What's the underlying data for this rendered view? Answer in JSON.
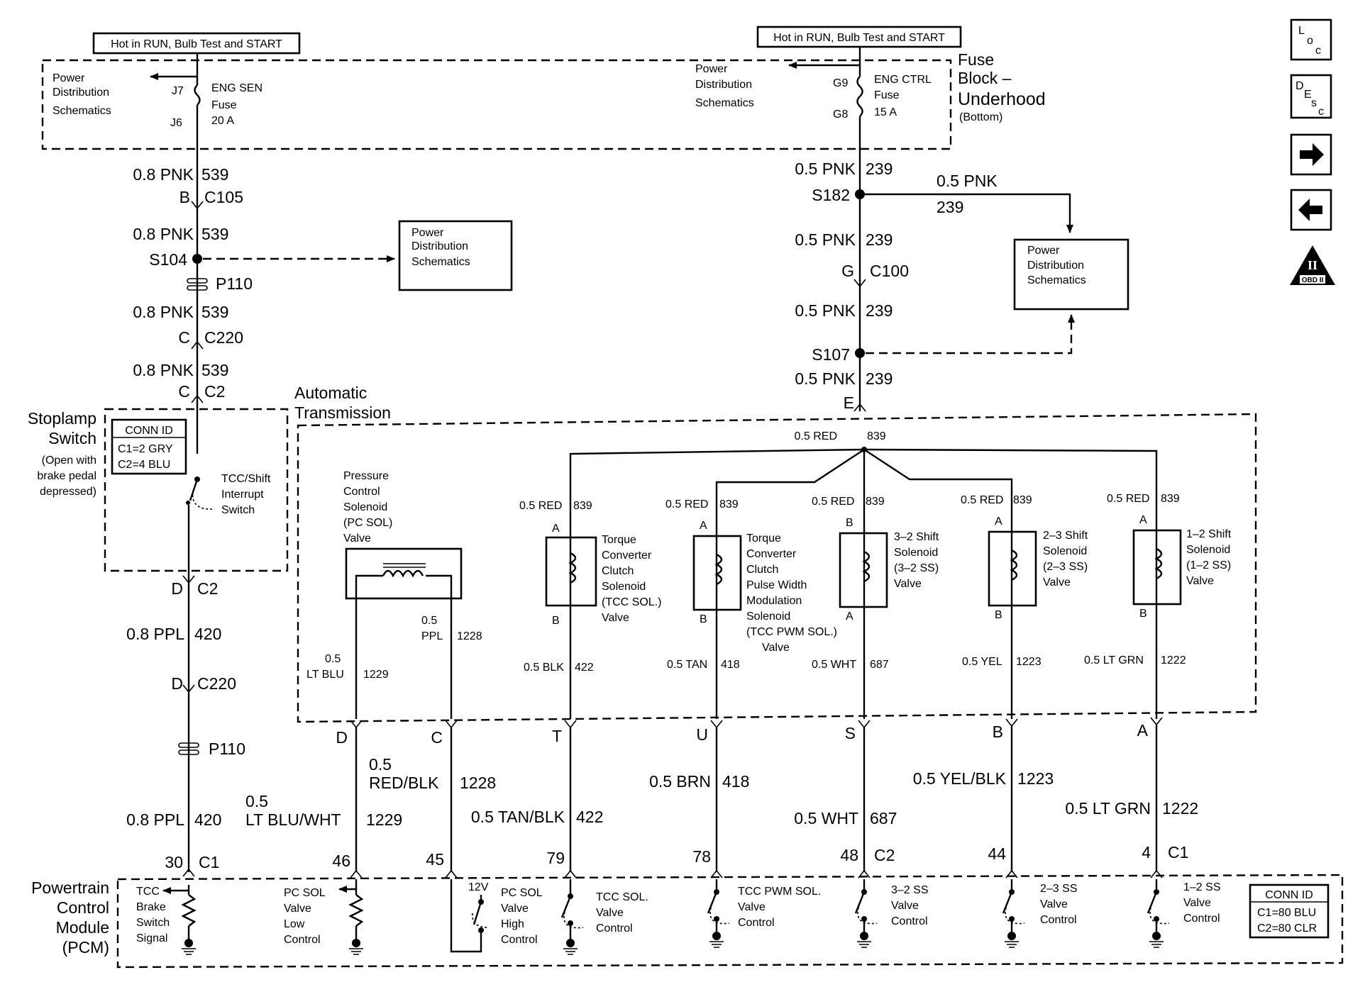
{
  "nav_buttons": {
    "loc_icon": "loc-icon",
    "desc_icon": "desc-icon",
    "next_icon": "arrow-right-icon",
    "prev_icon": "arrow-left-icon",
    "obd_icon": "obd-ii-icon",
    "obd_text": "OBD II",
    "obd_roman": "II"
  },
  "top_left": {
    "hot": "Hot in RUN, Bulb Test and START",
    "pds": [
      "Power",
      "Distribution",
      "Schematics"
    ],
    "j7": "J7",
    "j6": "J6",
    "fuse_name": "ENG SEN",
    "fuse": "Fuse",
    "amps": "20 A"
  },
  "top_right": {
    "hot": "Hot in RUN, Bulb Test and START",
    "pds": [
      "Power",
      "Distribution",
      "Schematics"
    ],
    "g9": "G9",
    "g8": "G8",
    "fuse_name": "ENG CTRL",
    "fuse": "Fuse",
    "amps": "15 A",
    "block": [
      "Fuse",
      "Block –",
      "Underhood",
      "(Bottom)"
    ]
  },
  "left_chain": {
    "w1": "0.8 PNK",
    "c1": "539",
    "pinB": "B",
    "c105": "C105",
    "w2": "0.8 PNK",
    "c2": "539",
    "s104": "S104",
    "p110a": "P110",
    "w3": "0.8 PNK",
    "c3": "539",
    "pinC": "C",
    "c220a": "C220",
    "w4": "0.8 PNK",
    "c4": "539",
    "pinC2": "C",
    "c2a": "C2",
    "pinD": "D",
    "c2b": "C2",
    "w5": "0.8 PPL",
    "c5": "420",
    "pinD2": "D",
    "c220b": "C220",
    "p110b": "P110",
    "w6": "0.8 PPL",
    "c6": "420",
    "pin30": "30",
    "c1conn": "C1"
  },
  "pds_box_left": [
    "Power",
    "Distribution",
    "Schematics"
  ],
  "pds_box_right": [
    "Power",
    "Distribution",
    "Schematics"
  ],
  "stoplamp": {
    "title": [
      "Stoplamp",
      "Switch"
    ],
    "note": [
      "(Open with",
      "brake pedal",
      "depressed)"
    ],
    "conn_title": "CONN ID",
    "conn": [
      "C1=2 GRY",
      "C2=4 BLU"
    ],
    "switch": [
      "TCC/Shift",
      "Interrupt",
      "Switch"
    ]
  },
  "right_chain": {
    "w1": "0.5 PNK",
    "c1": "239",
    "s182": "S182",
    "branch_w": "0.5 PNK",
    "branch_c": "239",
    "w2": "0.5 PNK",
    "c2": "239",
    "pinG": "G",
    "c100": "C100",
    "w3": "0.5 PNK",
    "c3": "239",
    "s107": "S107",
    "w4": "0.5 PNK",
    "c4": "239",
    "pinE": "E"
  },
  "trans": {
    "title": [
      "Automatic",
      "Transmission"
    ],
    "bus": "0.5 RED",
    "bus_c": "839"
  },
  "solenoids": [
    {
      "name": [
        "Pressure",
        "Control",
        "Solenoid",
        "(PC SOL)",
        "Valve"
      ]
    },
    {
      "top_w": "0.5 RED",
      "top_c": "839",
      "pin_a": "A",
      "pin_b": "B",
      "name": [
        "Torque",
        "Converter",
        "Clutch",
        "Solenoid",
        "(TCC SOL.)",
        "Valve"
      ],
      "bot_w": "0.5 BLK",
      "bot_c": "422"
    },
    {
      "top_w": "0.5 RED",
      "top_c": "839",
      "pin_a": "A",
      "pin_b": "B",
      "name": [
        "Torque",
        "Converter",
        "Clutch",
        "Pulse Width",
        "Modulation",
        "Solenoid",
        "(TCC PWM SOL.)",
        "Valve"
      ],
      "bot_w": "0.5 TAN",
      "bot_c": "418"
    },
    {
      "top_w": "0.5 RED",
      "top_c": "839",
      "pin_a": "B",
      "pin_b": "A",
      "name": [
        "3–2 Shift",
        "Solenoid",
        "(3–2 SS)",
        "Valve"
      ],
      "bot_w": "0.5 WHT",
      "bot_c": "687"
    },
    {
      "top_w": "0.5 RED",
      "top_c": "839",
      "pin_a": "A",
      "pin_b": "B",
      "name": [
        "2–3 Shift",
        "Solenoid",
        "(2–3 SS)",
        "Valve"
      ],
      "bot_w": "0.5 YEL",
      "bot_c": "1223"
    },
    {
      "top_w": "0.5 RED",
      "top_c": "839",
      "pin_a": "A",
      "pin_b": "B",
      "name": [
        "1–2 Shift",
        "Solenoid",
        "(1–2 SS)",
        "Valve"
      ],
      "bot_w": "0.5 LT GRN",
      "bot_c": "1222"
    }
  ],
  "pc_wires": {
    "a_w1": "0.5",
    "a_w2": "LT BLU",
    "a_c": "1229",
    "b_w1": "0.5",
    "b_w2": "PPL",
    "b_c": "1228"
  },
  "pins": {
    "D": "D",
    "C": "C",
    "T": "T",
    "U": "U",
    "S": "S",
    "B": "B",
    "A": "A"
  },
  "harness": [
    {
      "w1": "0.5",
      "w2": "LT BLU/WHT",
      "c": "1229",
      "pin": "46"
    },
    {
      "w1": "0.5",
      "w2": "RED/BLK",
      "c": "1228",
      "pin": "45"
    },
    {
      "w": "0.5 TAN/BLK",
      "c": "422",
      "pin": "79"
    },
    {
      "w": "0.5 BRN",
      "c": "418",
      "pin": "78"
    },
    {
      "w": "0.5 WHT",
      "c": "687",
      "pin": "48",
      "conn": "C2"
    },
    {
      "w": "0.5 YEL/BLK",
      "c": "1223",
      "pin": "44"
    },
    {
      "w": "0.5 LT GRN",
      "c": "1222",
      "pin": "4",
      "conn": "C1"
    }
  ],
  "pcm": {
    "title": [
      "Powertrain",
      "Control",
      "Module",
      "(PCM)"
    ],
    "conn_title": "CONN ID",
    "conn": [
      "C1=80 BLU",
      "C2=80 CLR"
    ],
    "tcc_brake": [
      "TCC",
      "Brake",
      "Switch",
      "Signal"
    ],
    "pc_low": [
      "PC SOL",
      "Valve",
      "Low",
      "Control"
    ],
    "v12": "12V",
    "pc_high": [
      "PC SOL",
      "Valve",
      "High",
      "Control"
    ],
    "tcc": [
      "TCC SOL.",
      "Valve",
      "Control"
    ],
    "pwm": [
      "TCC PWM SOL.",
      "Valve",
      "Control"
    ],
    "ss32": [
      "3–2 SS",
      "Valve",
      "Control"
    ],
    "ss23": [
      "2–3 SS",
      "Valve",
      "Control"
    ],
    "ss12": [
      "1–2 SS",
      "Valve",
      "Control"
    ]
  }
}
